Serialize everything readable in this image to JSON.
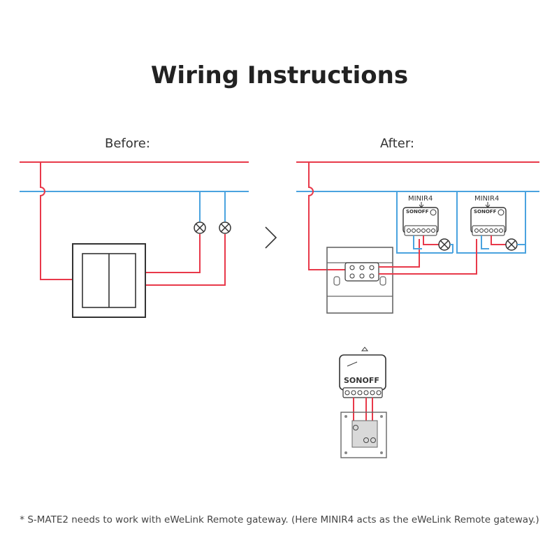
{
  "title": "Wiring Instructions",
  "before_label": "Before:",
  "after_label": "After:",
  "modules": [
    {
      "name": "MINIR4",
      "brand": "SONOFF"
    },
    {
      "name": "MINIR4",
      "brand": "SONOFF"
    }
  ],
  "remote_brand": "SONOFF",
  "arrow_icon": "chevron-right-icon",
  "colors": {
    "live": "#e8394a",
    "neutral": "#4aa3df",
    "outline": "#333333"
  },
  "footnote": "* S-MATE2 needs to work with eWeLink Remote gateway. (Here MINIR4 acts as the eWeLink Remote gateway.)"
}
